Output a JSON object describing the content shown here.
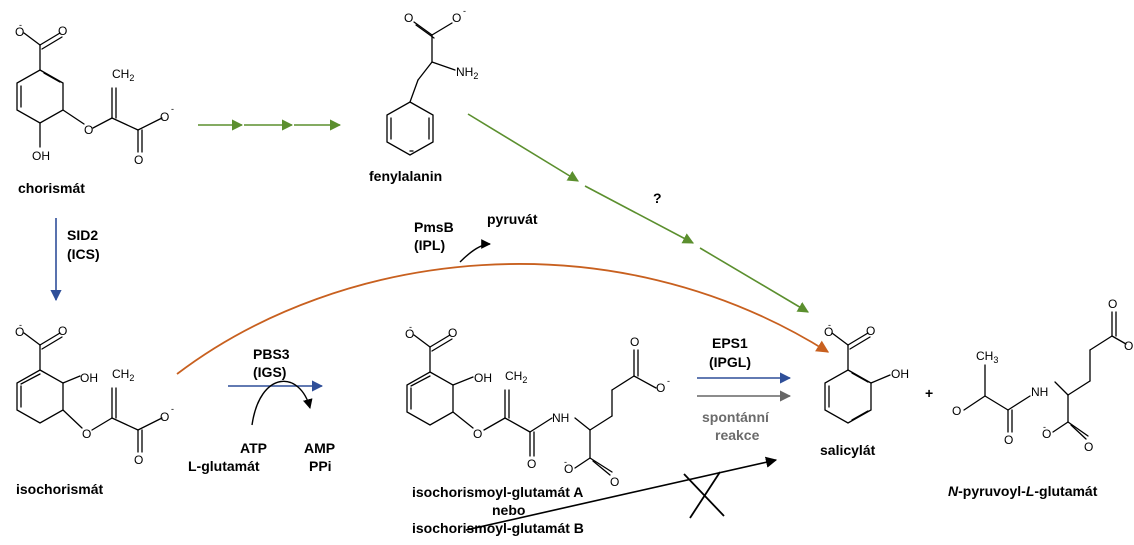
{
  "compounds": {
    "chorismate": "chorismát",
    "phenylalanine": "fenylalanin",
    "isochorismate": "isochorismát",
    "icg_a": "isochorismoyl-glutamát  A",
    "icg_or": "nebo",
    "icg_b": "isochorismoyl-glutamát  B",
    "salicylate": "salicylát",
    "pyruvoyl_glutamate_prefix": "N",
    "pyruvoyl_glutamate_mid": "-pyruvoyl-",
    "pyruvoyl_glutamate_l": "L",
    "pyruvoyl_glutamate_suffix": "-glutamát",
    "pyruvate": "pyruvát"
  },
  "enzymes": {
    "sid2": "SID2",
    "ics": "(ICS)",
    "pmsb": "PmsB",
    "ipl": "(IPL)",
    "pbs3": "PBS3",
    "igs": "(IGS)",
    "eps1": "EPS1",
    "ipgl": "(IPGL)"
  },
  "cosubstrates": {
    "atp": "ATP",
    "l_glutamate": "L-glutamát",
    "amp": "AMP",
    "ppi": "PPi"
  },
  "annotations": {
    "question": "?",
    "spontaneous_1": "spontánní",
    "spontaneous_2": "reakce",
    "plus": "+"
  },
  "atoms": {
    "O": "O",
    "OH": "OH",
    "NH": "NH",
    "NH2_base": "NH",
    "NH2_sub": "2",
    "CH2_base": "CH",
    "CH2_sub": "2",
    "CH3_base": "CH",
    "CH3_sub": "3",
    "minus": "-"
  },
  "colors": {
    "green": "#5b8f2e",
    "blue": "#2f4f99",
    "orange": "#c8601f",
    "gray": "#666666",
    "black": "#000000"
  }
}
